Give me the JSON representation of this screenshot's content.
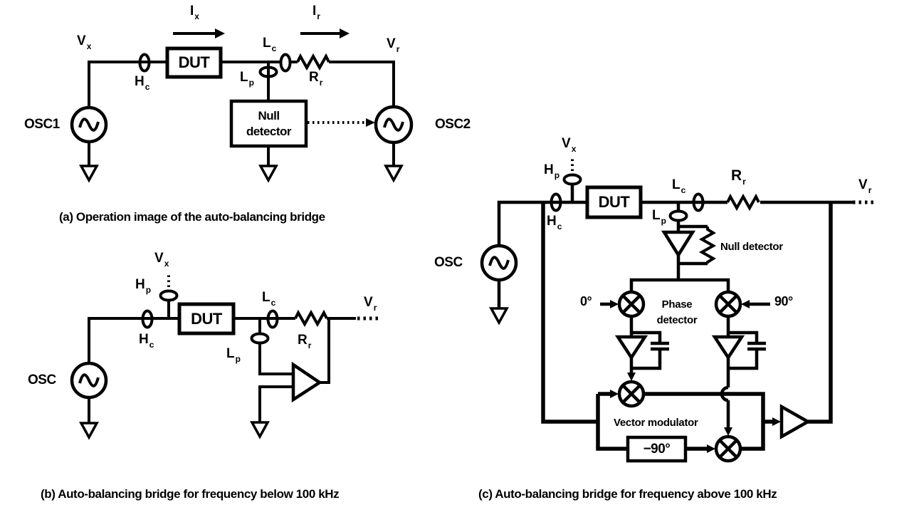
{
  "figure": {
    "colors": {
      "ink": "#000000",
      "background": "#ffffff"
    }
  },
  "diagram_a": {
    "caption": "(a) Operation image of the auto-balancing bridge",
    "osc1": "OSC1",
    "osc2": "OSC2",
    "dut": "DUT",
    "null_detector": "Null\ndetector",
    "labels": {
      "vx": {
        "base": "V",
        "sub": "x"
      },
      "hc": {
        "base": "H",
        "sub": "c"
      },
      "ix": {
        "base": "I",
        "sub": "x"
      },
      "lc": {
        "base": "L",
        "sub": "c"
      },
      "lp": {
        "base": "L",
        "sub": "p"
      },
      "ir": {
        "base": "I",
        "sub": "r"
      },
      "rr": {
        "base": "R",
        "sub": "r"
      },
      "vr": {
        "base": "V",
        "sub": "r"
      }
    }
  },
  "diagram_b": {
    "caption": "(b) Auto-balancing bridge for frequency below 100 kHz",
    "osc": "OSC",
    "dut": "DUT",
    "labels": {
      "vx": {
        "base": "V",
        "sub": "x"
      },
      "hp": {
        "base": "H",
        "sub": "p"
      },
      "hc": {
        "base": "H",
        "sub": "c"
      },
      "lc": {
        "base": "L",
        "sub": "c"
      },
      "lp": {
        "base": "L",
        "sub": "p"
      },
      "rr": {
        "base": "R",
        "sub": "r"
      },
      "vr": {
        "base": "V",
        "sub": "r"
      }
    }
  },
  "diagram_c": {
    "caption": "(c) Auto-balancing bridge for frequency above 100 kHz",
    "osc": "OSC",
    "dut": "DUT",
    "null_detector": "Null detector",
    "phase_detector": "Phase\ndetector",
    "vector_modulator": "Vector modulator",
    "deg0": "0°",
    "deg90": "90°",
    "minus90": "−90°",
    "labels": {
      "vx": {
        "base": "V",
        "sub": "x"
      },
      "hp": {
        "base": "H",
        "sub": "p"
      },
      "hc": {
        "base": "H",
        "sub": "c"
      },
      "lc": {
        "base": "L",
        "sub": "c"
      },
      "lp": {
        "base": "L",
        "sub": "p"
      },
      "rr": {
        "base": "R",
        "sub": "r"
      },
      "vr": {
        "base": "V",
        "sub": "r"
      }
    }
  }
}
